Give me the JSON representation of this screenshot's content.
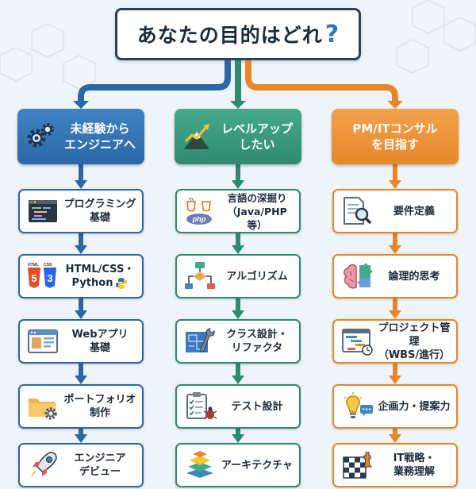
{
  "title": {
    "text": "あなたの目的はどれ",
    "mark": "?"
  },
  "columns": [
    {
      "header": [
        "未経験から",
        "エンジニアへ"
      ],
      "color": "#2b67a5",
      "steps": [
        {
          "lines": [
            "プログラミング",
            "基礎"
          ],
          "icon": "code-editor-icon"
        },
        {
          "lines": [
            "HTML/CSS・",
            "Python"
          ],
          "icon": "html-css-python-icon",
          "badges": [
            "HTML",
            "CSS"
          ]
        },
        {
          "lines": [
            "Webアプリ",
            "基礎"
          ],
          "icon": "web-browser-icon"
        },
        {
          "lines": [
            "ポートフォリオ",
            "制作"
          ],
          "icon": "folder-gear-icon"
        },
        {
          "lines": [
            "エンジニア",
            "デビュー"
          ],
          "icon": "rocket-icon"
        }
      ]
    },
    {
      "header": [
        "レベルアップ",
        "したい"
      ],
      "color": "#2f8a70",
      "steps": [
        {
          "lines": [
            "言語の深掘り",
            "（Java/PHP等）"
          ],
          "icon": "java-php-icon",
          "badges": [
            "php"
          ]
        },
        {
          "lines": [
            "アルゴリズム"
          ],
          "icon": "flowchart-icon"
        },
        {
          "lines": [
            "クラス設計・",
            "リファクタ"
          ],
          "icon": "blueprint-wrench-icon"
        },
        {
          "lines": [
            "テスト設計"
          ],
          "icon": "checklist-bug-icon"
        },
        {
          "lines": [
            "アーキテクチャ"
          ],
          "icon": "layers-icon"
        }
      ]
    },
    {
      "header": [
        "PM/ITコンサル",
        "を目指す"
      ],
      "color": "#e7862a",
      "steps": [
        {
          "lines": [
            "要件定義"
          ],
          "icon": "document-search-icon"
        },
        {
          "lines": [
            "論理的思考"
          ],
          "icon": "brain-puzzle-icon"
        },
        {
          "lines": [
            "プロジェクト管理",
            "（WBS/進行）"
          ],
          "icon": "gantt-chart-icon"
        },
        {
          "lines": [
            "企画力・提案力"
          ],
          "icon": "lightbulb-icon"
        },
        {
          "lines": [
            "IT戦略・",
            "業務理解"
          ],
          "icon": "chess-board-icon"
        }
      ]
    }
  ]
}
